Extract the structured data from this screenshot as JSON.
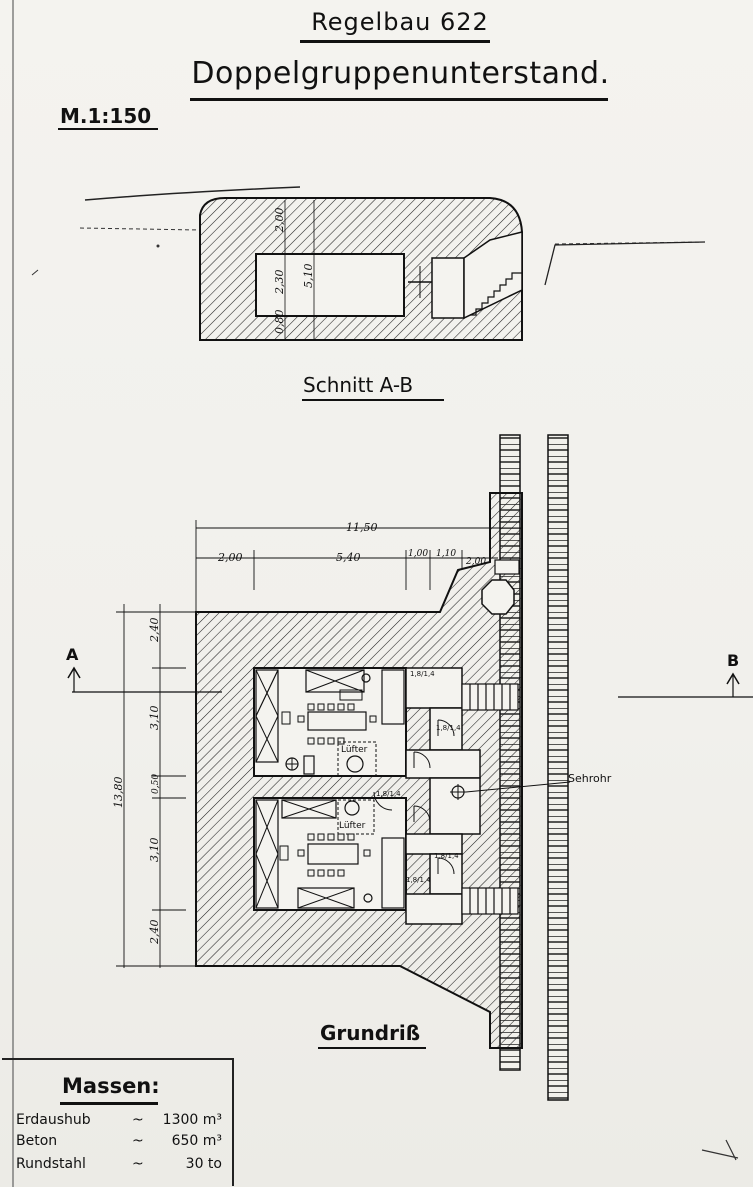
{
  "document": {
    "title_top": "Regelbau 622",
    "title_main": "Doppelgruppenunterstand.",
    "scale": "M.1:150"
  },
  "section": {
    "caption": "Schnitt A-B",
    "dims": [
      "2,00",
      "2,30",
      "5,10",
      "0,80"
    ]
  },
  "plan": {
    "caption": "Grundriß",
    "dims_top": [
      "11,50",
      "2,00",
      "5,40",
      "1,00",
      "1,10",
      "2,00"
    ],
    "dims_left": [
      "2,40",
      "3,10",
      "0,50",
      "3,10",
      "2,40",
      "13,80"
    ],
    "section_marks": [
      "A",
      "B"
    ],
    "labels": {
      "luefter": "Lüfter",
      "sehrohr": "Sehrohr",
      "door": "1,8/1,4"
    }
  },
  "legend": {
    "title": "Massen:",
    "rows": [
      {
        "item": "Erdaushub",
        "sym": "~",
        "value": "1300 m³"
      },
      {
        "item": "Beton",
        "sym": "~",
        "value": "650 m³"
      },
      {
        "item": "Rundstahl",
        "sym": "~",
        "value": "30 to"
      }
    ]
  }
}
